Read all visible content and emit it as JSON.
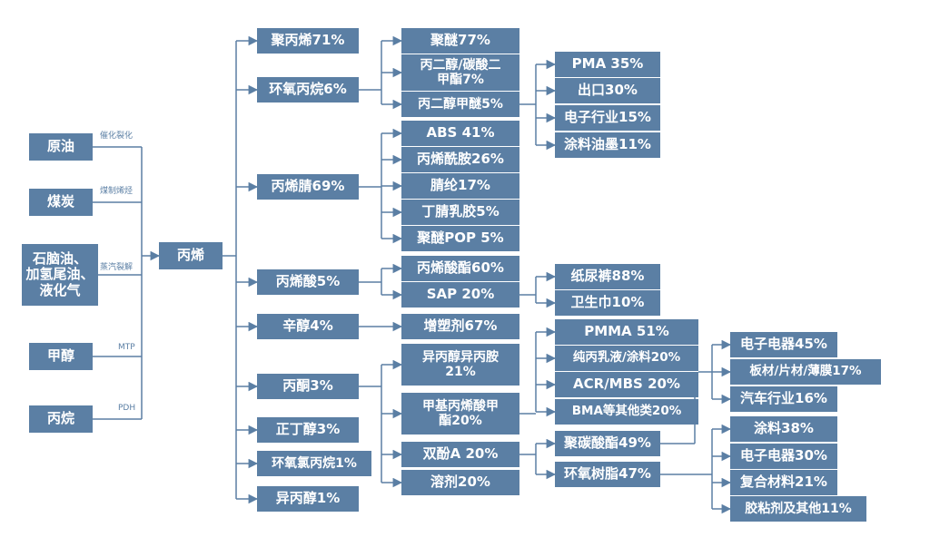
{
  "sources": [
    "原油",
    "煤炭",
    "石脑油、\n加氢尾油、\n液化气",
    "甲醇",
    "丙烷"
  ],
  "source_processes": [
    "催化裂化",
    "煤制烯烃",
    "蒸汽裂解",
    "MTP",
    "PDH"
  ],
  "center": "丙烯",
  "level1": [
    "聚丙烯71%",
    "环氧丙烷6%",
    "丙烯腈69%",
    "丙烯酸5%",
    "辛醇4%",
    "丙酮3%",
    "正丁醇3%",
    "环氧氯丙烷1%",
    "异丙醇1%"
  ],
  "epoxy_products": [
    "聚醚77%",
    "丙二醇/碳酸二\n甲酯7%",
    "丙二醇甲醚5%"
  ],
  "glycol_ether_uses": [
    "PMA 35%",
    "出口30%",
    "电子行业15%",
    "涂料油墨11%"
  ],
  "acrylonitrile_products": [
    "ABS 41%",
    "丙烯酰胺26%",
    "腈纶17%",
    "丁腈乳胶5%",
    "聚醚POP 5%"
  ],
  "acrylic_products": [
    "丙烯酸酯60%",
    "SAP 20%"
  ],
  "sap_uses": [
    "纸尿裤88%",
    "卫生巾10%"
  ],
  "octanol_products": [
    "增塑剂67%"
  ],
  "acetone_products": [
    "异丙醇异丙胺\n21%",
    "甲基丙烯酸甲\n酯20%",
    "双酚A 20%",
    "溶剂20%"
  ],
  "mma_products": [
    "PMMA 51%",
    "纯丙乳液/涂料20%",
    "ACR/MBS 20%",
    "BMA等其他类20%"
  ],
  "mma_uses": [
    "电子电器45%",
    "板材/片材/薄膜17%",
    "汽车行业16%"
  ],
  "bpa_products": [
    "聚碳酸酯49%",
    "环氧树脂47%"
  ],
  "epoxy_resin_uses": [
    "涂料38%",
    "电子电器30%",
    "复合材料21%",
    "胶粘剂及其他11%"
  ],
  "colors": {
    "box": "#5b7fa4",
    "line": "#5b7fa4",
    "text": "#ffffff",
    "background": "#ffffff"
  }
}
